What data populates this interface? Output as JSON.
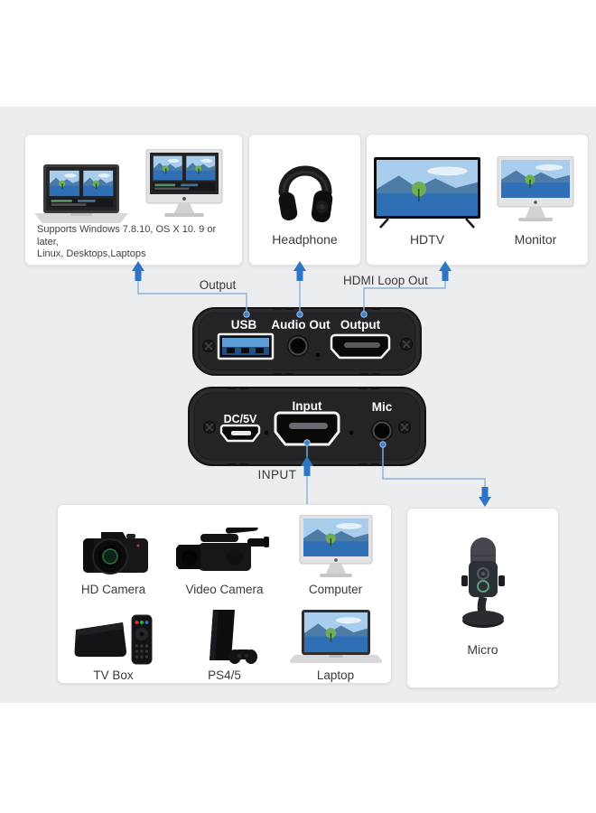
{
  "colors": {
    "panel_bg": "#ecedef",
    "arrow_blue": "#2e76c5",
    "connector_line_blue": "#8ab0da",
    "usb_port_blue": "#5c9ed8",
    "device_body": "#2b2b2d"
  },
  "compatibility_card": {
    "caption_line1": "Supports Windows 7.8.10, OS X 10. 9 or later,",
    "caption_line2": "Linux, Desktops,Laptops"
  },
  "headphone_card": {
    "label": "Headphone"
  },
  "display_card": {
    "items": [
      {
        "label": "HDTV"
      },
      {
        "label": "Monitor"
      }
    ]
  },
  "connections": {
    "usb_output_label": "Output",
    "hdmi_loop_out_label": "HDMI Loop Out",
    "input_label": "INPUT"
  },
  "capture_card_top": {
    "ports": [
      {
        "label": "USB"
      },
      {
        "label": "Audio Out"
      },
      {
        "label": "Output"
      }
    ]
  },
  "capture_card_bottom": {
    "ports": [
      {
        "label": "DC/5V"
      },
      {
        "label": "Input"
      },
      {
        "label": "Mic"
      }
    ]
  },
  "sources_card": {
    "row1": [
      {
        "label": "HD Camera"
      },
      {
        "label": "Video Camera"
      },
      {
        "label": "Computer"
      }
    ],
    "row2": [
      {
        "label": "TV Box"
      },
      {
        "label": "PS4/5"
      },
      {
        "label": "Laptop"
      }
    ]
  },
  "mic_card": {
    "label": "Micro"
  }
}
